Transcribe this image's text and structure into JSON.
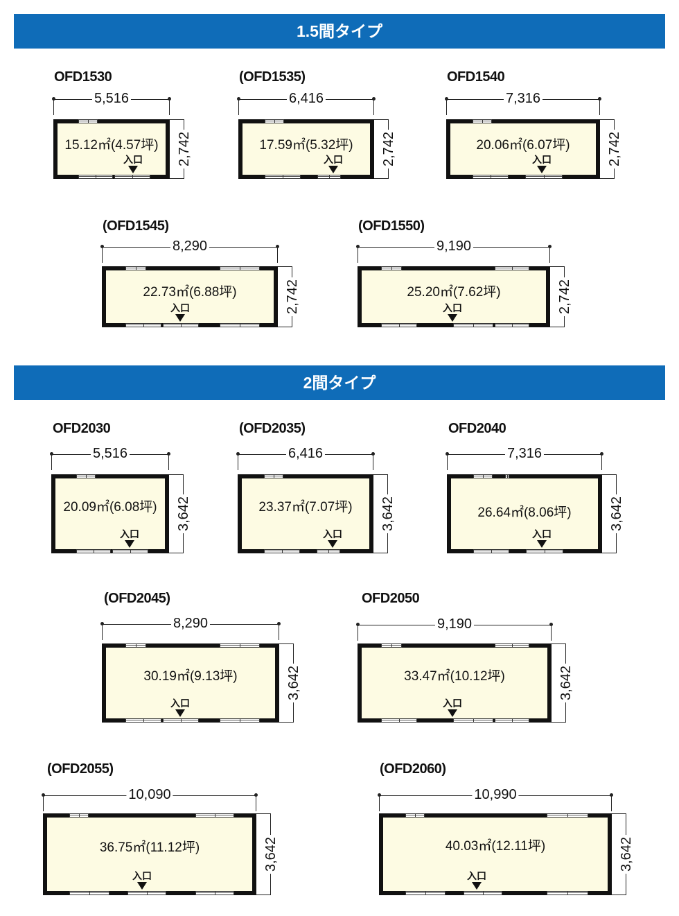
{
  "sections": [
    {
      "title": "1.5間タイプ"
    },
    {
      "title": "2間タイプ"
    }
  ],
  "plans": [
    {
      "code": "OFD1530",
      "width": "5,516",
      "depth": "2,742",
      "area": "15.12㎡(4.57坪)",
      "entry": "入口"
    },
    {
      "code": "(OFD1535)",
      "width": "6,416",
      "depth": "2,742",
      "area": "17.59㎡(5.32坪)",
      "entry": "入口"
    },
    {
      "code": "OFD1540",
      "width": "7,316",
      "depth": "2,742",
      "area": "20.06㎡(6.07坪)",
      "entry": "入口"
    },
    {
      "code": "(OFD1545)",
      "width": "8,290",
      "depth": "2,742",
      "area": "22.73㎡(6.88坪)",
      "entry": "入口"
    },
    {
      "code": "(OFD1550)",
      "width": "9,190",
      "depth": "2,742",
      "area": "25.20㎡(7.62坪)",
      "entry": "入口"
    },
    {
      "code": "OFD2030",
      "width": "5,516",
      "depth": "3,642",
      "area": "20.09㎡(6.08坪)",
      "entry": "入口"
    },
    {
      "code": "(OFD2035)",
      "width": "6,416",
      "depth": "3,642",
      "area": "23.37㎡(7.07坪)",
      "entry": "入口"
    },
    {
      "code": "OFD2040",
      "width": "7,316",
      "depth": "3,642",
      "area": "26.64㎡(8.06坪)",
      "entry": "入口"
    },
    {
      "code": "(OFD2045)",
      "width": "8,290",
      "depth": "3,642",
      "area": "30.19㎡(9.13坪)",
      "entry": "入口"
    },
    {
      "code": "OFD2050",
      "width": "9,190",
      "depth": "3,642",
      "area": "33.47㎡(10.12坪)",
      "entry": "入口"
    },
    {
      "code": "(OFD2055)",
      "width": "10,090",
      "depth": "3,642",
      "area": "36.75㎡(11.12坪)",
      "entry": "入口"
    },
    {
      "code": "(OFD2060)",
      "width": "10,990",
      "depth": "3,642",
      "area": "40.03㎡(12.11坪)",
      "entry": "入口"
    }
  ]
}
